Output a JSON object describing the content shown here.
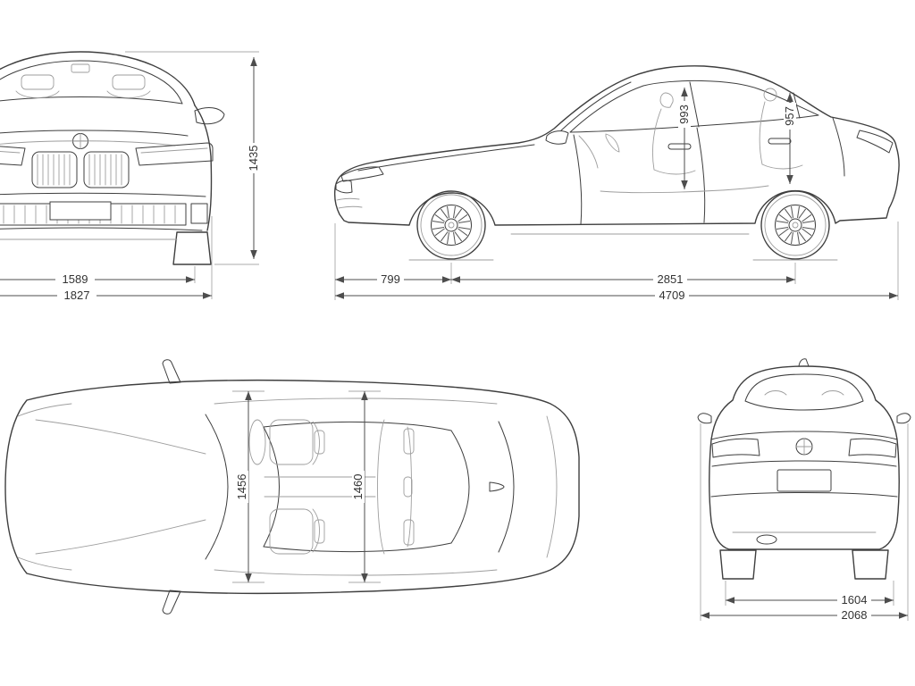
{
  "views": {
    "front": {
      "dims": {
        "height": "1435",
        "track": "1589",
        "width": "1827"
      }
    },
    "side": {
      "dims": {
        "front_headroom": "993",
        "rear_headroom": "957",
        "front_overhang": "799",
        "wheelbase": "2851",
        "length": "4709"
      }
    },
    "top": {
      "dims": {
        "front_width": "1456",
        "rear_width": "1460"
      }
    },
    "rear": {
      "dims": {
        "track": "1604",
        "width_mirrors": "2068"
      }
    }
  },
  "colors": {
    "background": "#ffffff",
    "outline": "#3f3f3f",
    "secondary_line": "#9e9e9e",
    "dimension_line": "#4d4d4d",
    "dimension_text": "#333333"
  }
}
